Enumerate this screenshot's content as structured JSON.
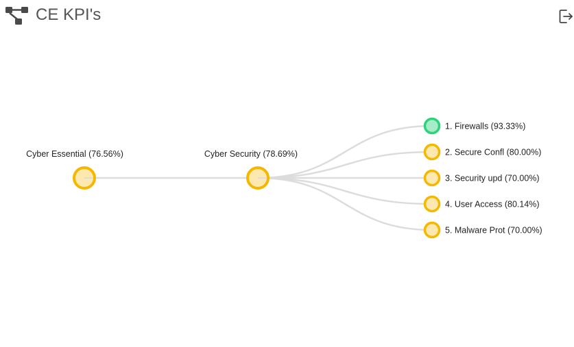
{
  "header": {
    "title": "CE KPI's",
    "icon": "hierarchy-icon",
    "export_icon": "export-icon"
  },
  "colors": {
    "link": "#dcdcdc",
    "warning_stroke": "#f5b800",
    "warning_fill": "#fde9b0",
    "good_stroke": "#2bd37c",
    "good_fill": "#a8ecc7"
  },
  "tree": {
    "root": {
      "label": "Cyber Essential (76.56%)",
      "status": "warning"
    },
    "middle": {
      "label": "Cyber Security (78.69%)",
      "status": "warning"
    },
    "leaves": [
      {
        "label": "1. Firewalls (93.33%)",
        "status": "good"
      },
      {
        "label": "2. Secure Confl (80.00%)",
        "status": "warning"
      },
      {
        "label": "3. Security upd (70.00%)",
        "status": "warning"
      },
      {
        "label": "4. User Access (80.14%)",
        "status": "warning"
      },
      {
        "label": "5. Malware Prot (70.00%)",
        "status": "warning"
      }
    ]
  }
}
